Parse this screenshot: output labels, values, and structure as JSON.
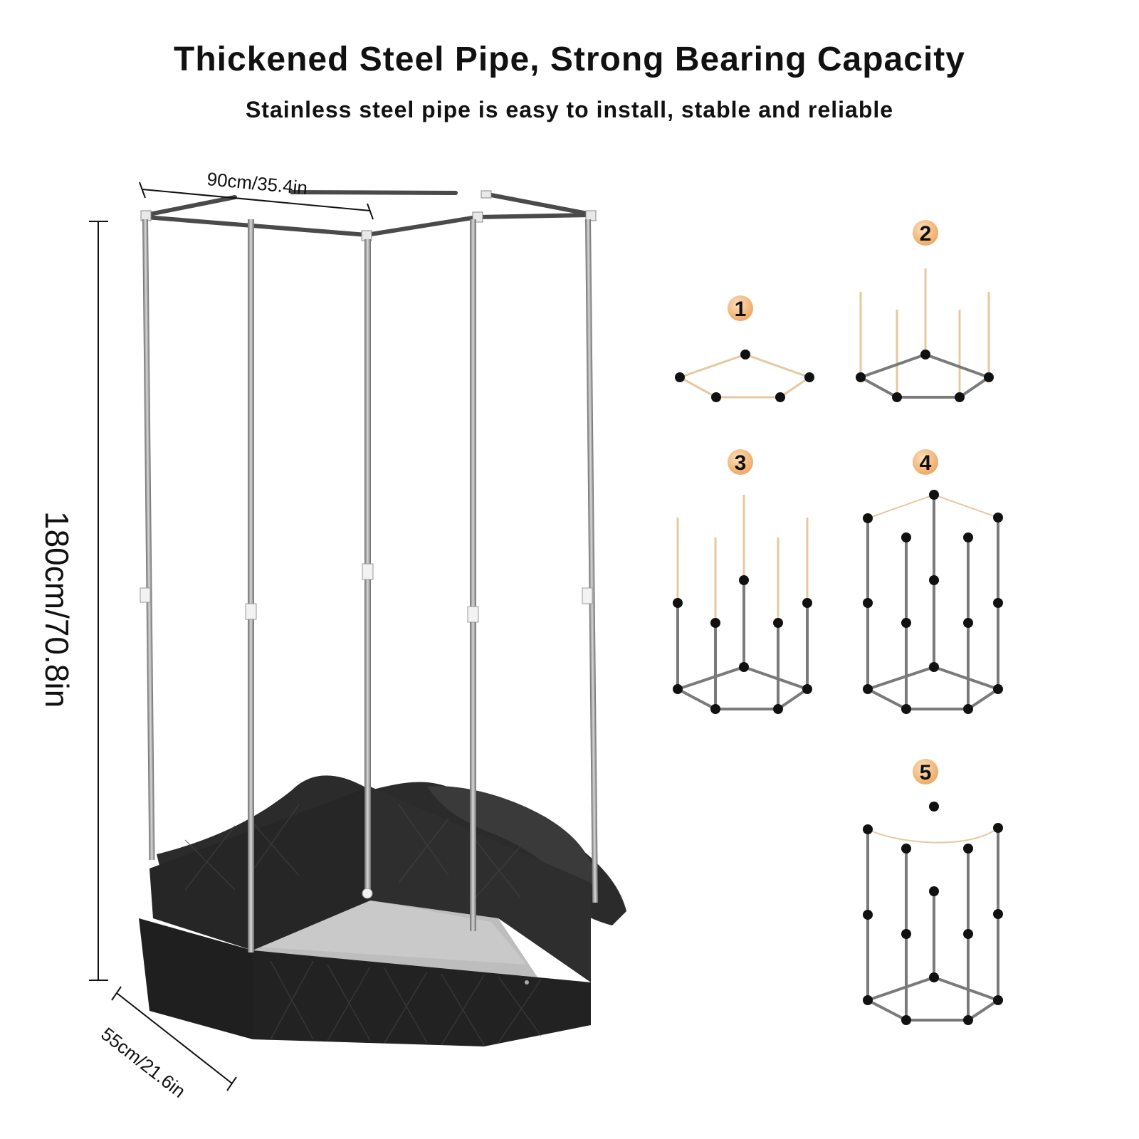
{
  "header": {
    "title": "Thickened Steel Pipe, Strong Bearing Capacity",
    "subtitle": "Stainless steel pipe is easy to install, stable and reliable"
  },
  "dimensions": {
    "width": "90cm/35.4in",
    "height": "180cm/70.8in",
    "depth": "55cm/21.6in"
  },
  "steps": {
    "s1": "1",
    "s2": "2",
    "s3": "3",
    "s4": "4",
    "s5": "5"
  },
  "colors": {
    "badge": "#f2b87a",
    "tan_rod": "#e6c8a0",
    "gray_rod": "#7a7a7a",
    "node": "#111111",
    "fabric": "#2a2a2a"
  }
}
